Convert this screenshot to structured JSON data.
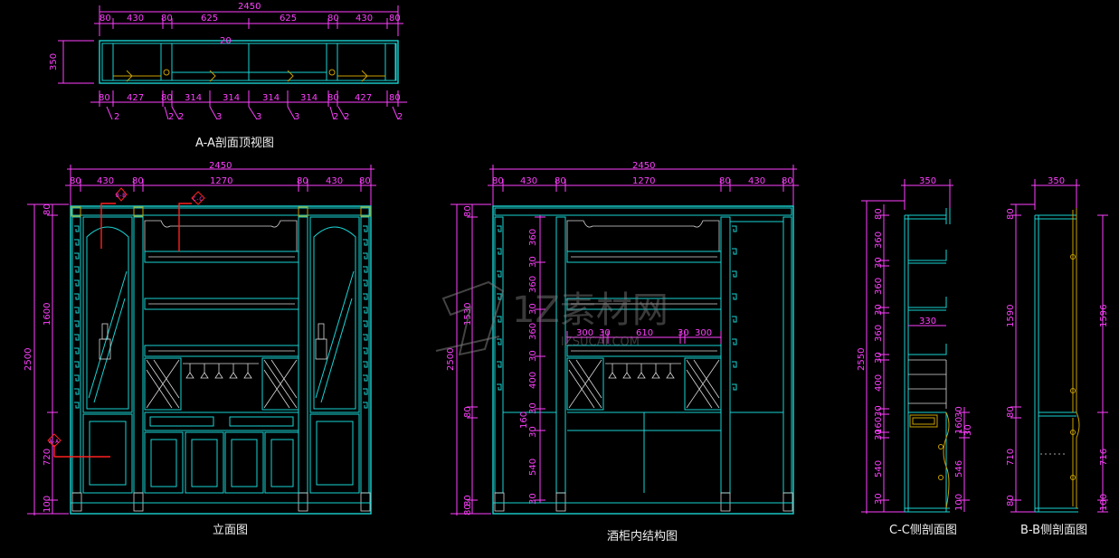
{
  "views": {
    "top_view": {
      "caption": "A-A剖面顶视图",
      "top_total": "2450",
      "top_segments": [
        "80",
        "430",
        "80",
        "625",
        "625",
        "80",
        "430",
        "80"
      ],
      "bottom_segments": [
        "80",
        "427",
        "80",
        "314",
        "314",
        "314",
        "314",
        "80",
        "427",
        "80"
      ],
      "depth": "350",
      "inner_note": "20",
      "item_numbers": [
        "2",
        "2",
        "2",
        "3",
        "3",
        "3",
        "2",
        "2",
        "2"
      ]
    },
    "elevation": {
      "caption": "立面图",
      "total_width": "2450",
      "segments": [
        "80",
        "430",
        "80",
        "1270",
        "80",
        "430",
        "80"
      ],
      "total_height": "2500",
      "heights": [
        "80",
        "1600",
        "720",
        "100"
      ],
      "section_markers": [
        "B-B",
        "C-C",
        "A-A"
      ]
    },
    "inner_structure": {
      "caption": "酒柜内结构图",
      "total_width": "2450",
      "segments": [
        "80",
        "430",
        "80",
        "1270",
        "80",
        "430",
        "80"
      ],
      "total_height": "2500",
      "left_heights": [
        "80",
        "1530",
        "80",
        "80",
        "80"
      ],
      "column_heights": [
        "360",
        "30",
        "360",
        "30",
        "360",
        "30",
        "400",
        "30",
        "160",
        "30",
        "540",
        "30"
      ],
      "rack_segments": [
        "300",
        "30",
        "610",
        "30",
        "300"
      ]
    },
    "section_cc": {
      "caption": "C-C侧剖面图",
      "depth": "350",
      "shelf_depth": "330",
      "total_height": "2550",
      "heights": [
        "80",
        "360",
        "30",
        "360",
        "30",
        "360",
        "30",
        "400",
        "30",
        "160",
        "30",
        "540",
        "30"
      ],
      "right_heights": [
        "30",
        "160",
        "30",
        "546",
        "100"
      ]
    },
    "section_bb": {
      "caption": "B-B侧剖面图",
      "depth": "350",
      "left_heights": [
        "80",
        "1590",
        "80",
        "710",
        "80"
      ],
      "right_heights": [
        "1596",
        "716",
        "100"
      ]
    }
  },
  "watermark": {
    "brand": "1Z素材网",
    "url": "IZSUCAI.COM"
  },
  "colors": {
    "background": "#000000",
    "outline": "#19d4d4",
    "dimension": "#ff40ff",
    "section_line": "#ff2020",
    "hardware": "#c8a000",
    "caption": "#f0f0f0"
  }
}
